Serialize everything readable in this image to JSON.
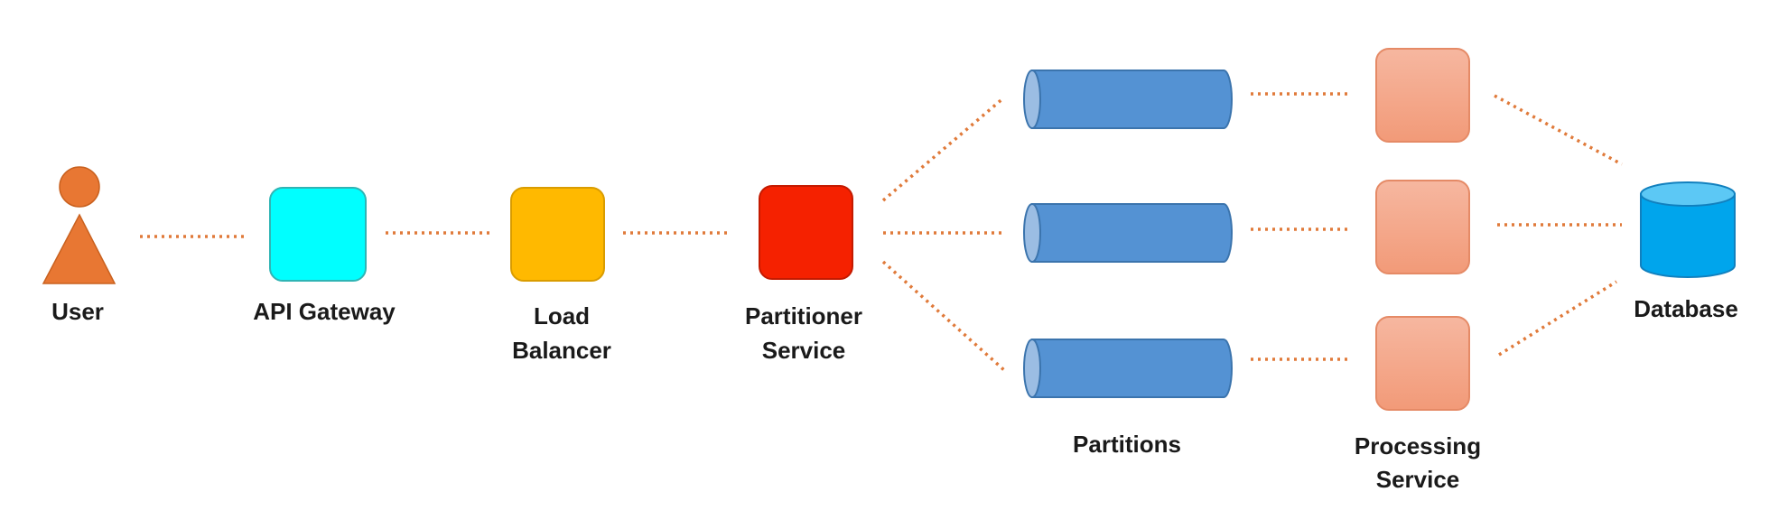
{
  "labels": {
    "user": "User",
    "api_gateway": "API Gateway",
    "load_balancer": [
      "Load",
      "Balancer"
    ],
    "partitioner": [
      "Partitioner",
      "Service"
    ],
    "partitions": "Partitions",
    "processing": [
      "Processing",
      "Service"
    ],
    "database": "Database"
  },
  "colors": {
    "connector": "#e07a3a",
    "user": "#e87733",
    "api_gateway": "#00ffff",
    "load_balancer": "#ffb900",
    "partitioner": "#f52100",
    "partition": "#5492d3",
    "processing": "#f5a989",
    "database": "#00a5ec"
  }
}
